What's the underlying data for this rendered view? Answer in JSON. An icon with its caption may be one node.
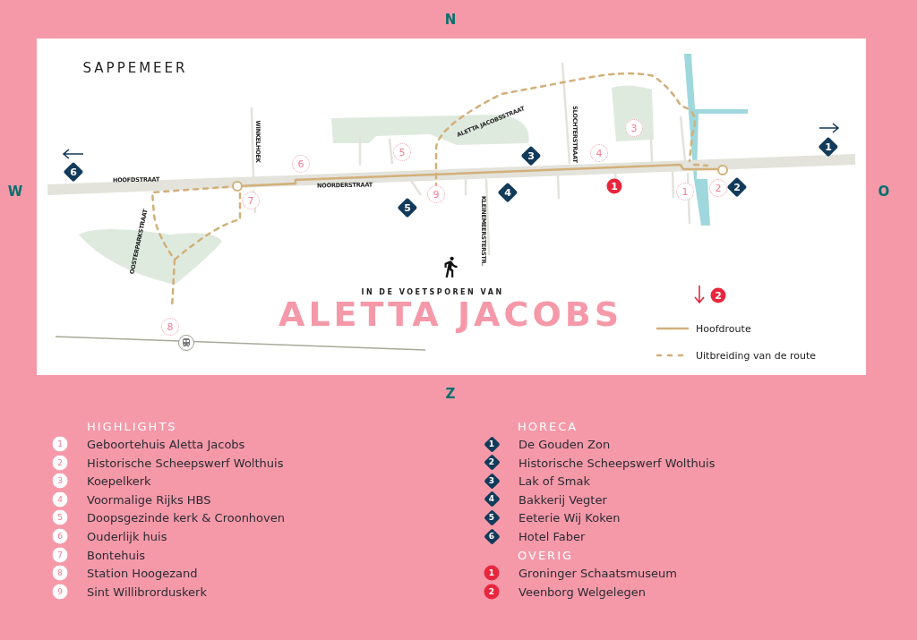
{
  "diagram": {
    "title": "ALETTA JACOBS",
    "nodes": [
      {
        "text": [
          "1"
        ]
      },
      {
        "text": [
          "2"
        ]
      },
      {
        "text": [
          "3"
        ]
      },
      {
        "text": [
          "4"
        ]
      },
      {
        "text": [
          "5"
        ]
      },
      {
        "text": [
          "6"
        ]
      },
      {
        "text": [
          "7"
        ]
      },
      {
        "text": [
          "8"
        ]
      },
      {
        "text": [
          "9"
        ]
      },
      {
        "text": [
          "1"
        ]
      },
      {
        "text": [
          "2"
        ]
      },
      {
        "text": [
          "3"
        ]
      },
      {
        "text": [
          "4"
        ]
      },
      {
        "text": [
          "5"
        ]
      },
      {
        "text": [
          "6"
        ]
      },
      {
        "text": [
          "1"
        ]
      },
      {
        "text": [
          "2"
        ]
      },
      {
        "text": [
          "1"
        ],
        "beside": [
          "Geboortehuis Aletta Jacobs"
        ]
      },
      {
        "text": [
          "2"
        ],
        "beside": [
          "Historische Scheepswerf Wolthuis"
        ]
      },
      {
        "text": [
          "3"
        ],
        "beside": [
          "Koepelkerk"
        ]
      },
      {
        "text": [
          "4"
        ],
        "beside": [
          "Voormalige Rijks HBS"
        ]
      },
      {
        "text": [
          "5"
        ],
        "beside": [
          "Doopsgezinde kerk & Croonhoven"
        ]
      },
      {
        "text": [
          "6"
        ],
        "beside": [
          "Ouderlijk huis"
        ]
      },
      {
        "text": [
          "7"
        ],
        "beside": [
          "Bontehuis"
        ]
      },
      {
        "text": [
          "8"
        ],
        "beside": [
          "Station Hoogezand"
        ]
      },
      {
        "text": [
          "9"
        ],
        "beside": [
          "Sint Willibrorduskerk"
        ]
      },
      {
        "text": [
          "1"
        ],
        "beside": [
          "De Gouden Zon"
        ]
      },
      {
        "text": [
          "2"
        ],
        "beside": [
          "Historische Scheepswerf Wolthuis"
        ]
      },
      {
        "text": [
          "3"
        ],
        "beside": [
          "Lak of Smak"
        ]
      },
      {
        "text": [
          "4"
        ],
        "beside": [
          "Bakkerij Vegter"
        ]
      },
      {
        "text": [
          "5"
        ],
        "beside": [
          "Eeterie Wij Koken"
        ]
      },
      {
        "text": [
          "6"
        ],
        "beside": [
          "Hotel Faber"
        ]
      },
      {
        "text": [
          "1"
        ],
        "beside": [
          "Groninger Schaatsmuseum"
        ]
      },
      {
        "text": [
          "2"
        ],
        "beside": [
          "Veenborg Welgelegen"
        ]
      }
    ],
    "labels": [
      "N",
      "SAPPEMEER",
      "HOOFDSTRAAT",
      "WINKELHOEK",
      "ALETTA JACOBSSTRAAT",
      "SLOCHTERSTRAAT",
      "W",
      "O",
      "NOORDERSTRAAT",
      "KLEINEMEERSTERSTR.",
      "OOSTERPARKSTRAAT",
      "IN DE VOETSPOREN VAN",
      "Z",
      "HIGHLIGHTS",
      "HORECA",
      "OVERIG"
    ],
    "legend": [
      {
        "text": "Hoofdroute"
      },
      {
        "text": "Uitbreiding van de route"
      }
    ]
  }
}
